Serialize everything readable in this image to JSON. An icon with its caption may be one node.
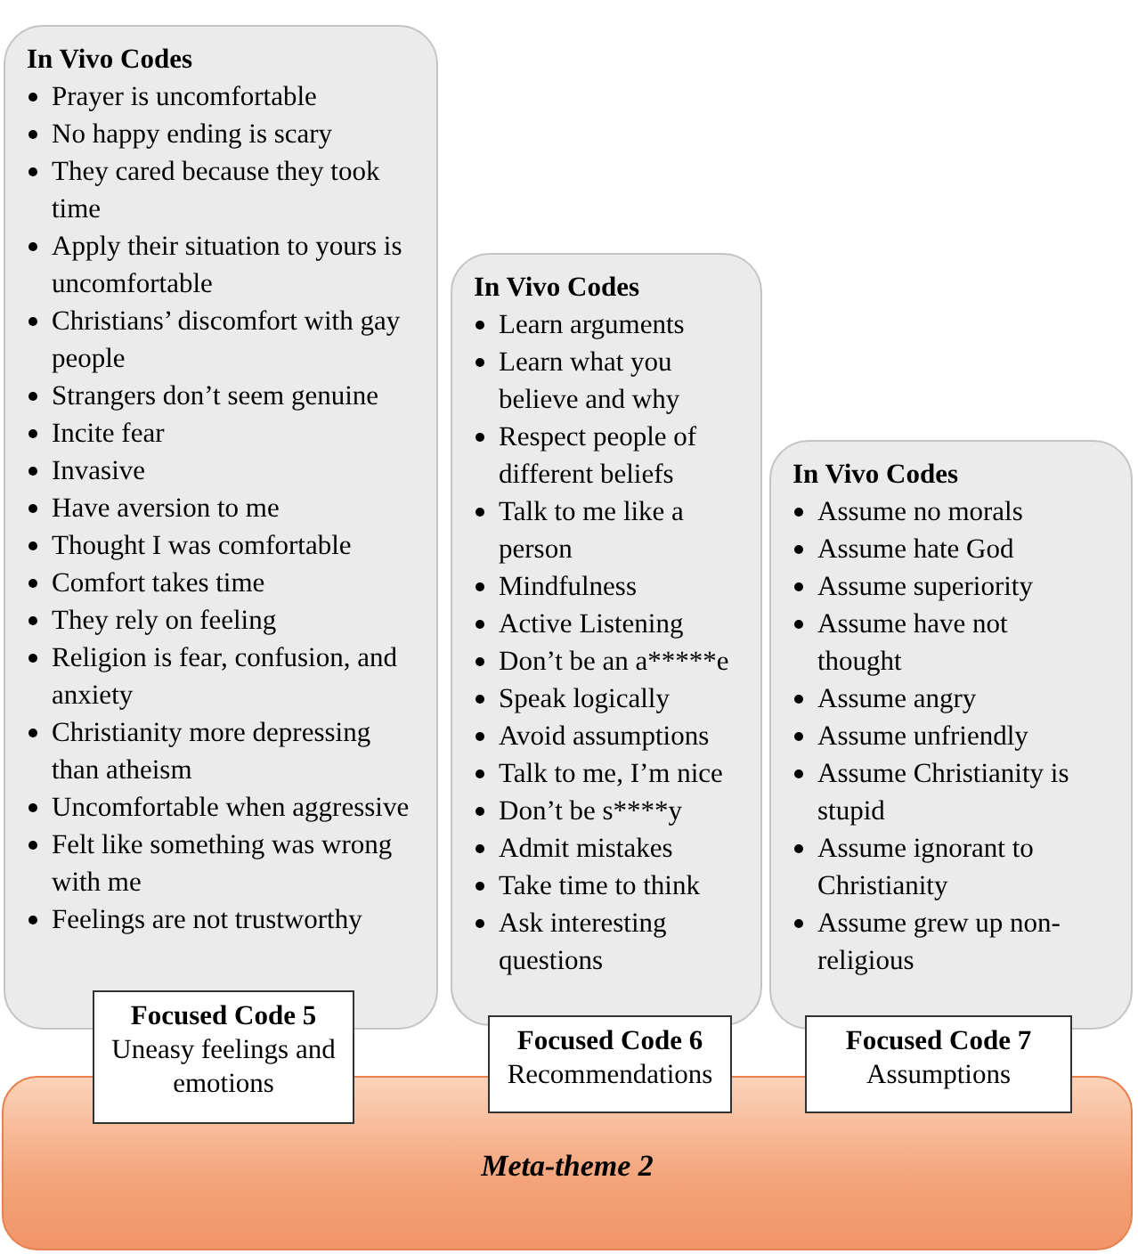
{
  "diagram": {
    "nodes": [
      {
        "text": [
          "In Vivo Codes",
          "Prayer is uncomfortable",
          "No happy ending is scary",
          "They cared because they took time",
          "Apply their situation to yours is uncomfortable",
          "Christians’ discomfort with gay people",
          "Strangers don’t seem genuine",
          "Incite fear",
          "Invasive",
          "Have aversion to me",
          "Thought I was comfortable",
          "Comfort takes time",
          "They rely on feeling",
          "Religion is fear, confusion, and anxiety",
          "Christianity more depressing than atheism",
          "Uncomfortable when aggressive",
          "Felt like something was wrong with me",
          "Feelings are not trustworthy"
        ]
      },
      {
        "text": [
          "In Vivo Codes",
          "Learn arguments",
          "Learn what you believe and why",
          "Respect people of different beliefs",
          "Talk to me like a person",
          "Mindfulness",
          "Active Listening",
          "Don’t be an a*****e",
          "Speak logically",
          "Avoid assumptions",
          "Talk to me, I’m nice",
          "Don’t be s****y",
          "Admit mistakes",
          "Take time to think",
          "Ask interesting questions"
        ]
      },
      {
        "text": [
          "In Vivo Codes",
          "Assume no morals",
          "Assume hate God",
          "Assume superiority",
          "Assume have not thought",
          "Assume angry",
          "Assume unfriendly",
          "Assume Christianity is stupid",
          "Assume ignorant to Christianity",
          "Assume grew up non-religious"
        ]
      },
      {
        "text": [
          "Meta-theme 2"
        ]
      },
      {
        "text": [
          "Focused Code 5",
          "Uneasy feelings and emotions"
        ]
      },
      {
        "text": [
          "Focused Code 6",
          "Recommendations"
        ]
      },
      {
        "text": [
          "Focused Code 7",
          "Assumptions"
        ]
      }
    ]
  }
}
